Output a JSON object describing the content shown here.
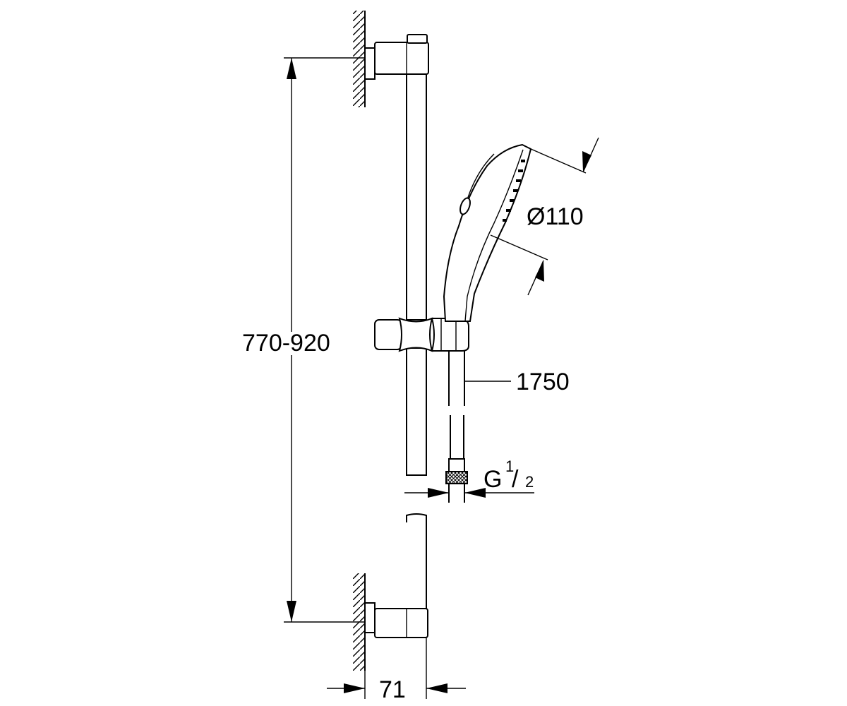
{
  "dimensions": {
    "height_range": "770-920",
    "head_diameter": "Ø110",
    "hose_length": "1750",
    "connection_thread": "G",
    "connection_thread_numerator": "1",
    "connection_thread_denominator": "2",
    "wall_offset": "71"
  },
  "colors": {
    "line": "#000000",
    "background": "#ffffff"
  }
}
